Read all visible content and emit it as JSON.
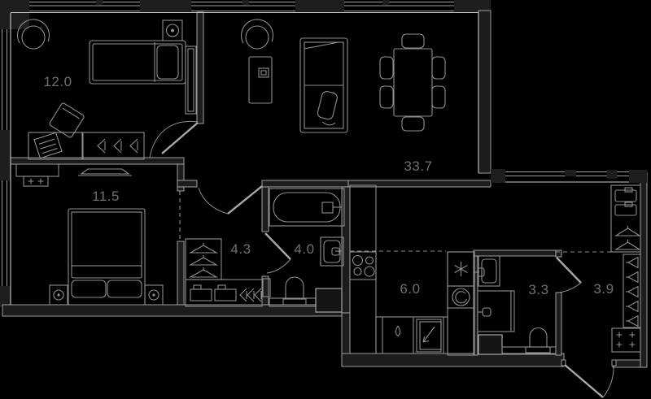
{
  "plan": {
    "title": "apartment-floor-plan",
    "rooms": [
      {
        "name": "bedroom-1",
        "area": "12.0"
      },
      {
        "name": "bedroom-2",
        "area": "11.5"
      },
      {
        "name": "living-room",
        "area": "33.7"
      },
      {
        "name": "corridor",
        "area": "4.3"
      },
      {
        "name": "bathroom",
        "area": "4.0"
      },
      {
        "name": "kitchen",
        "area": "6.0"
      },
      {
        "name": "wc",
        "area": "3.3"
      },
      {
        "name": "hallway",
        "area": "3.9"
      }
    ],
    "colors": {
      "background": "#000000",
      "wall_fill": "#1c1c1c",
      "wall_line": "#aeaeae",
      "furniture_line": "#8f8f8f",
      "label": "#6f6f6f"
    }
  }
}
